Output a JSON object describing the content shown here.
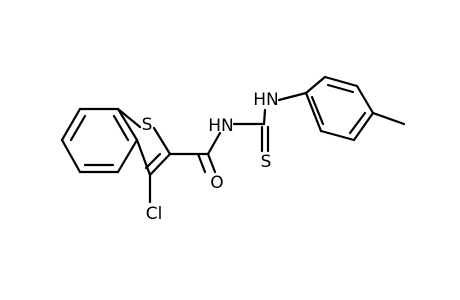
{
  "structure": {
    "atoms": {
      "S1": "S",
      "O1": "O",
      "Cl1": "Cl",
      "NH1": "HN",
      "NH2": "HN",
      "S2": "S"
    }
  }
}
